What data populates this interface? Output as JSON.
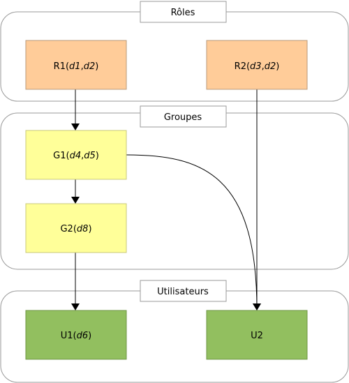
{
  "colors": {
    "container_stroke": "#999999",
    "role_fill": "#ffcc99",
    "role_stroke": "#b89a7a",
    "group_fill": "#ffff99",
    "group_stroke": "#c8c87a",
    "user_fill": "#92bf5f",
    "user_stroke": "#6f9445",
    "label_stroke": "#999999",
    "arrow": "#000000"
  },
  "sections": {
    "roles": {
      "label": "Rôles"
    },
    "groups": {
      "label": "Groupes"
    },
    "users": {
      "label": "Utilisateurs"
    }
  },
  "nodes": {
    "r1": {
      "name": "R1",
      "params": [
        {
          "v": "d1",
          "sep": ""
        },
        {
          "v": "d2",
          "sep": ","
        }
      ]
    },
    "r2": {
      "name": "R2",
      "params": [
        {
          "v": "d3",
          "sep": ""
        },
        {
          "v": "d2",
          "sep": ","
        }
      ]
    },
    "g1": {
      "name": "G1",
      "params": [
        {
          "v": "d4",
          "sep": ""
        },
        {
          "v": "d5",
          "sep": ","
        }
      ]
    },
    "g2": {
      "name": "G2",
      "params": [
        {
          "v": "d8",
          "sep": ""
        }
      ]
    },
    "u1": {
      "name": "U1",
      "params": [
        {
          "v": "d6",
          "sep": ""
        }
      ]
    },
    "u2": {
      "name": "U2",
      "params": []
    }
  },
  "edges": [
    {
      "from": "r1",
      "to": "g1"
    },
    {
      "from": "g1",
      "to": "g2"
    },
    {
      "from": "g2",
      "to": "u1"
    },
    {
      "from": "r2",
      "to": "u2"
    },
    {
      "from": "g1",
      "to": "u2"
    }
  ]
}
